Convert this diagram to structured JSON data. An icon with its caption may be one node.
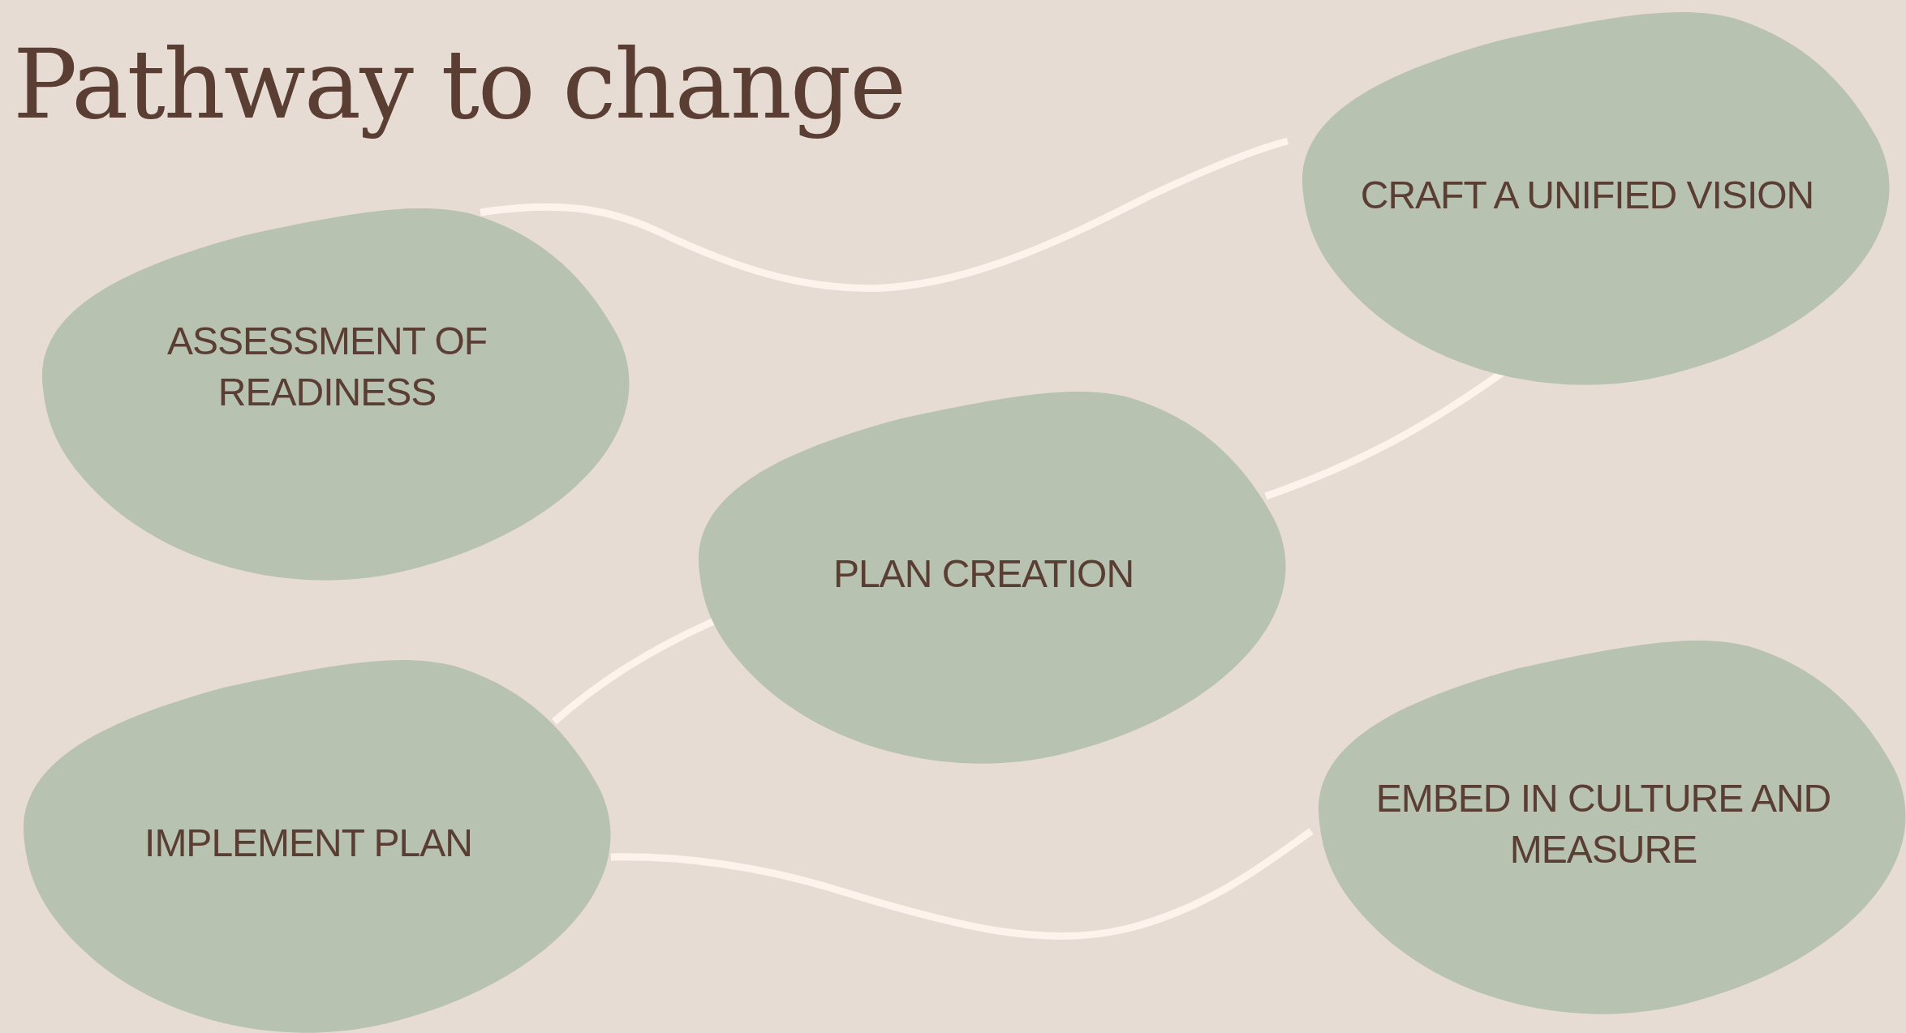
{
  "diagram": {
    "title": "Pathway to change",
    "nodes": [
      {
        "text": [
          "ASSESSMENT OF READINESS"
        ]
      },
      {
        "text": [
          "CRAFT A UNIFIED VISION"
        ]
      },
      {
        "text": [
          "PLAN CREATION"
        ]
      },
      {
        "text": [
          "IMPLEMENT PLAN"
        ]
      },
      {
        "text": [
          "EMBED IN CULTURE AND MEASURE"
        ]
      }
    ],
    "edges": [
      {
        "from": 0,
        "to": 1,
        "arrow": "none"
      },
      {
        "from": 1,
        "to": 2,
        "arrow": "none"
      },
      {
        "from": 2,
        "to": 3,
        "arrow": "none"
      },
      {
        "from": 3,
        "to": 4,
        "arrow": "none"
      }
    ]
  }
}
